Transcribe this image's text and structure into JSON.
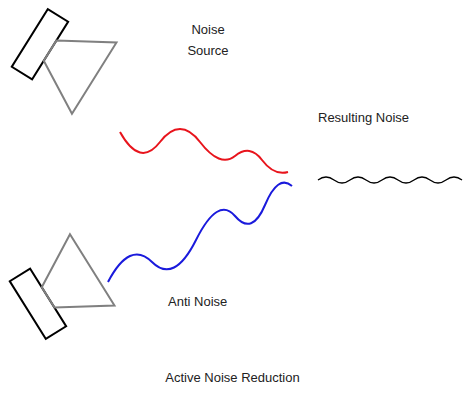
{
  "diagram": {
    "caption": "Active Noise Reduction",
    "labels": [
      "Noise Source",
      "Anti Noise",
      "Resulting Noise"
    ]
  }
}
